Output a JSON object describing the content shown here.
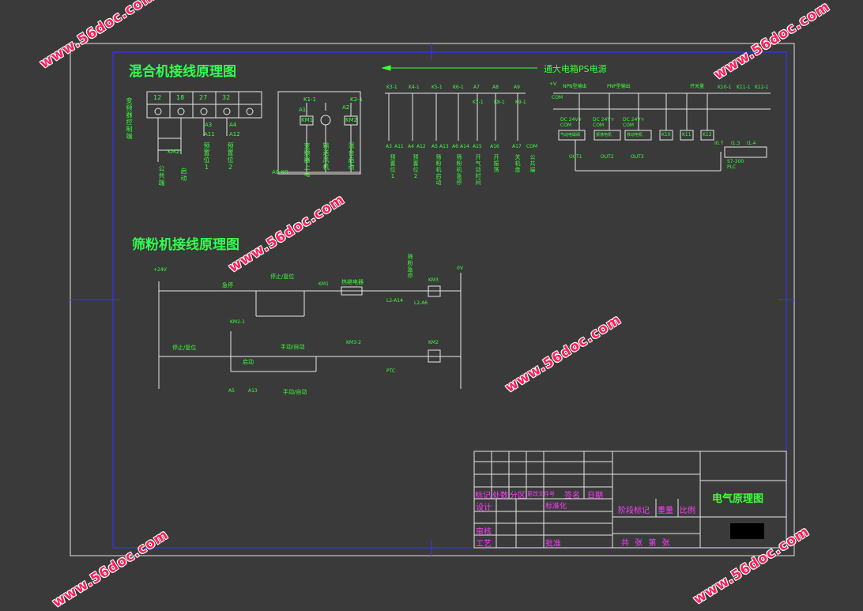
{
  "watermark": "www.56doc.com",
  "mixer": {
    "title": "混合机接线原理图",
    "side_label": "变频器控制端",
    "terminals": [
      "12",
      "18",
      "27",
      "32",
      ""
    ],
    "terminal_sub": [
      "A3",
      "A4",
      "A11",
      "A12"
    ],
    "km_label": "KM2",
    "vlabels": [
      "公共端",
      "启动",
      "预置位1",
      "预置位2"
    ],
    "relay_labels": [
      "K1-1",
      "K2-1",
      "A1",
      "A2",
      "KM1",
      "KM2"
    ],
    "relay_vlabels": [
      "变频器上电",
      "输送风机",
      "混合启动"
    ],
    "relay_bottom": "A0 K0",
    "power_note": "通大电箱PS电源",
    "k_labels": [
      "K3-1",
      "K4-1",
      "K5-1",
      "K6-1",
      "A7",
      "A8",
      "A9",
      "K7-1",
      "K8-1",
      "K9-1"
    ],
    "k_bottom": [
      "A3",
      "A11",
      "A4",
      "A12",
      "A5",
      "A13",
      "A6",
      "A14",
      "A15",
      "A16",
      "A17",
      "COM"
    ],
    "k_vlabels": [
      "预置位1",
      "预置位2",
      "筛粉机启动",
      "筛粉机急停",
      "开气动时间",
      "开振荡",
      "关机盘",
      "公共端"
    ],
    "plc_top": [
      "+V",
      "COM",
      "NPN型输出",
      "PNP型输出",
      "开关量"
    ],
    "plc_dc": [
      "DC 24V+ COM",
      "DC 24V+ COM",
      "DC 24V+ COM"
    ],
    "plc_boxes": [
      "气动电磁阀",
      "振荡电机",
      "移动电机"
    ],
    "plc_out": [
      "OUT1",
      "OUT2",
      "OUT3"
    ],
    "k_coils": [
      "K10",
      "K11",
      "K12"
    ],
    "k_top": [
      "K10-1",
      "K11-1",
      "K12-1"
    ],
    "plc_in": [
      "I0.7",
      "I1.3",
      "I1.4"
    ],
    "plc_name": "S7-300 PLC"
  },
  "sifter": {
    "title": "筛粉机接线原理图",
    "v24": "+24V",
    "v0": "0V",
    "labels": [
      "急停",
      "停止/复位",
      "KM1",
      "热继电器",
      "L2-A14",
      "L2-A6",
      "KM3",
      "筛粉急停"
    ],
    "row2": [
      "KM2-1",
      "停止/复位",
      "启动",
      "手动/自动",
      "KM3-2",
      "PTC",
      "KM2"
    ],
    "bottom": [
      "A5",
      "A13",
      "手动/自动"
    ]
  },
  "titleblock": {
    "headers": [
      "标记",
      "处数",
      "分区",
      "更改文件号",
      "签名",
      "日期"
    ],
    "rows": [
      "设计",
      "标准化",
      "审核",
      "工艺",
      "批准"
    ],
    "stage": "阶段标记",
    "weight": "重量",
    "scale": "比例",
    "sheets": "共  张 第  张",
    "drawing_title": "电气原理图"
  }
}
